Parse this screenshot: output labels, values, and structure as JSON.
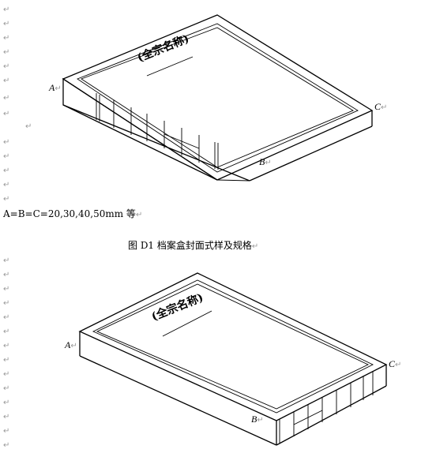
{
  "paragraph_mark": "↵",
  "figure1": {
    "title_text": "(全宗名称)",
    "label_a": "A",
    "label_b": "B",
    "label_c": "C"
  },
  "size_note": "A=B=C=20,30,40,50mm 等",
  "caption": "图 D1 档案盒封面式样及规格",
  "figure2": {
    "title_text": "(全宗名称)",
    "label_a": "A",
    "label_b": "B",
    "label_c": "C"
  }
}
